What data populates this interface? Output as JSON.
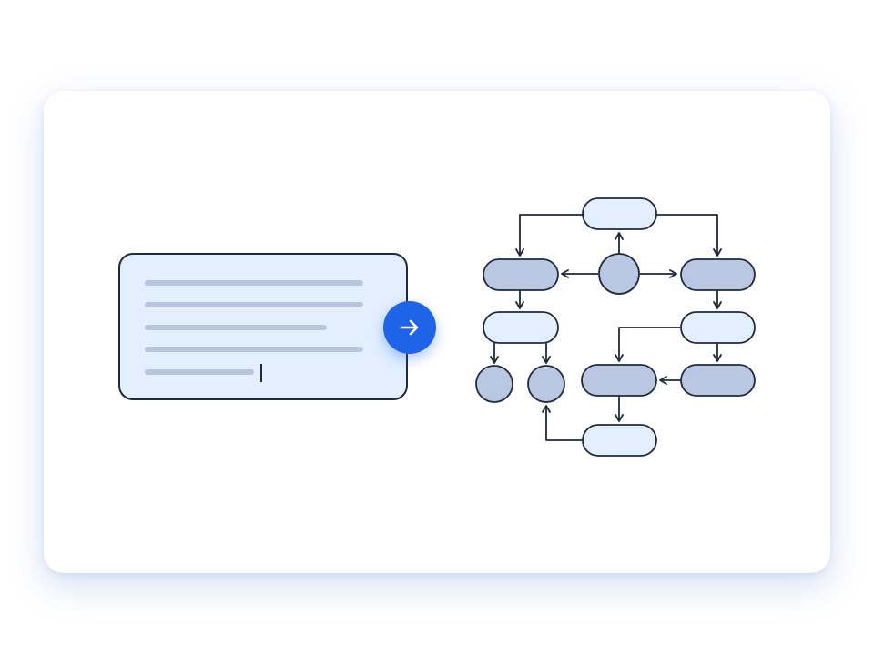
{
  "colors": {
    "accent": "#1e63e8",
    "node_light": "#e3efff",
    "node_dark": "#b9c7e2",
    "outline": "#1f2a3d",
    "placeholder_line": "#b7c6de"
  },
  "prompt_box": {
    "icon": "text-lines-placeholder",
    "has_caret": true
  },
  "submit_button": {
    "icon": "arrow-right-icon"
  },
  "flow_diagram": {
    "nodes": [
      {
        "id": "top",
        "shape": "pill",
        "tone": "light"
      },
      {
        "id": "hub",
        "shape": "circle",
        "tone": "dark"
      },
      {
        "id": "left-pill",
        "shape": "pill",
        "tone": "dark"
      },
      {
        "id": "right-pill",
        "shape": "pill",
        "tone": "dark"
      },
      {
        "id": "left-mid",
        "shape": "pill",
        "tone": "light"
      },
      {
        "id": "right-mid",
        "shape": "pill",
        "tone": "light"
      },
      {
        "id": "circle-a",
        "shape": "circle",
        "tone": "dark"
      },
      {
        "id": "circle-b",
        "shape": "circle",
        "tone": "dark"
      },
      {
        "id": "center-pill",
        "shape": "pill",
        "tone": "dark"
      },
      {
        "id": "right-bottom",
        "shape": "pill",
        "tone": "dark"
      },
      {
        "id": "bottom",
        "shape": "pill",
        "tone": "light"
      }
    ],
    "edges": [
      [
        "top",
        "left-pill"
      ],
      [
        "top",
        "right-pill"
      ],
      [
        "hub",
        "top"
      ],
      [
        "hub",
        "left-pill"
      ],
      [
        "hub",
        "right-pill"
      ],
      [
        "left-pill",
        "left-mid"
      ],
      [
        "left-mid",
        "circle-a"
      ],
      [
        "left-mid",
        "circle-b"
      ],
      [
        "right-pill",
        "right-mid"
      ],
      [
        "right-mid",
        "center-pill"
      ],
      [
        "right-mid",
        "right-bottom"
      ],
      [
        "right-bottom",
        "center-pill"
      ],
      [
        "center-pill",
        "bottom"
      ],
      [
        "bottom",
        "circle-b"
      ]
    ]
  }
}
